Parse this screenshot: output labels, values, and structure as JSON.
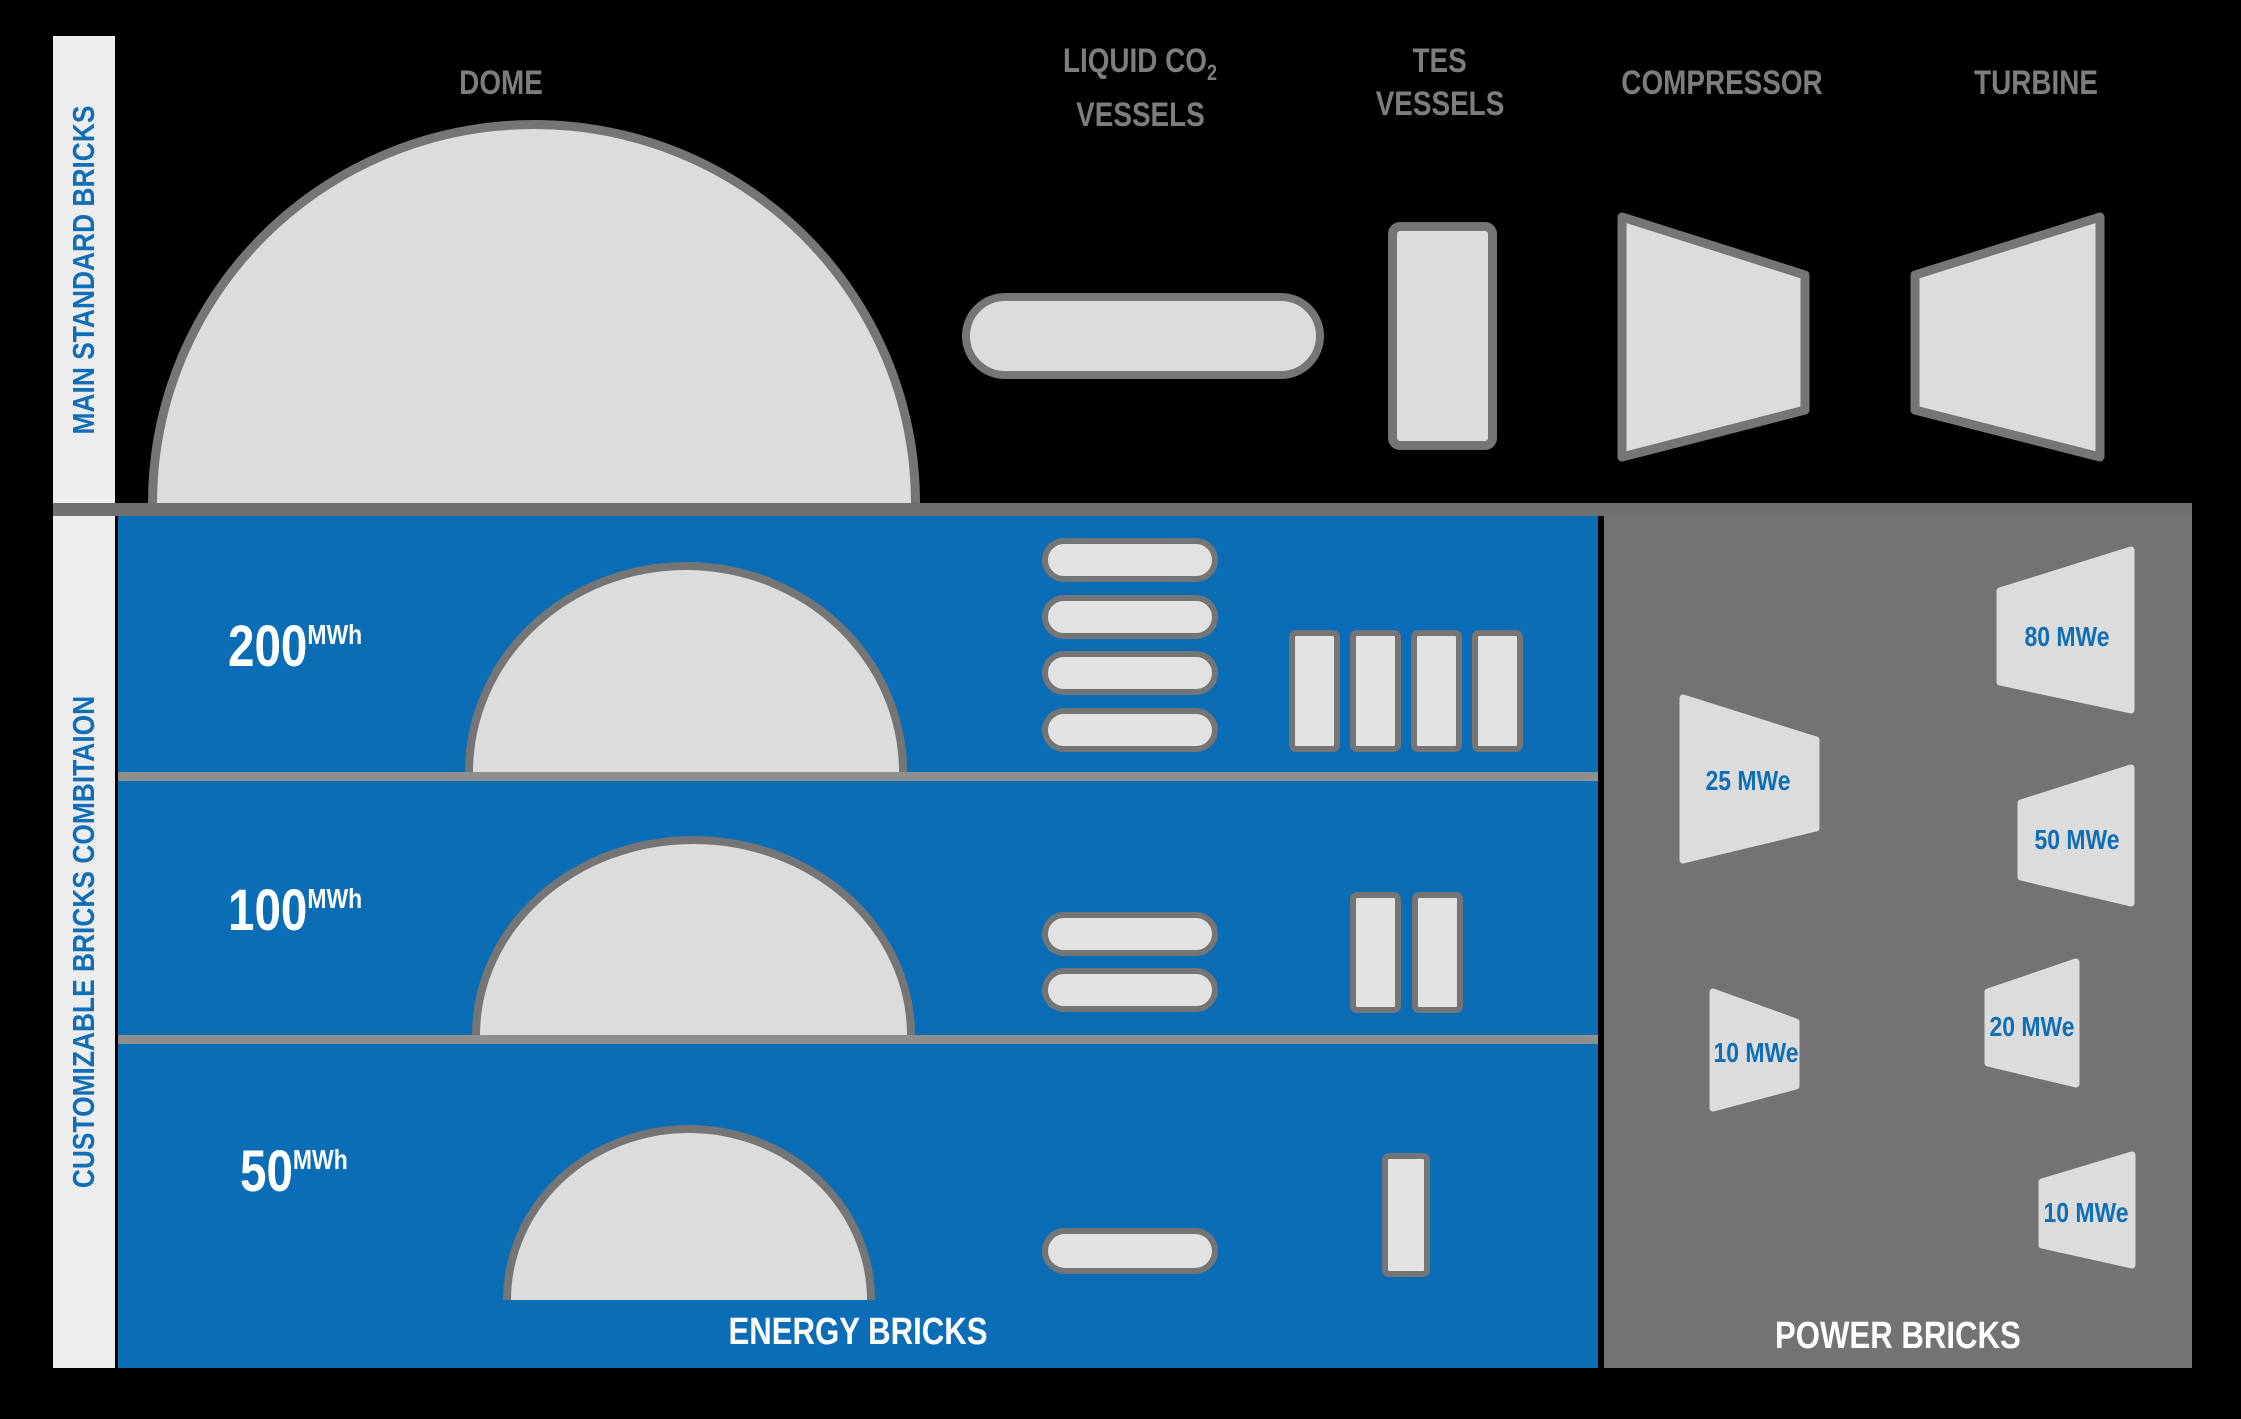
{
  "colors": {
    "background": "#000000",
    "accent_blue": "#0b6db5",
    "panel_grey": "#747274",
    "shape_fill": "#dcdcdc",
    "shape_outline": "#757575",
    "header_text_grey": "#7d7d7d",
    "sidebar_bg": "#ededed"
  },
  "sidebars": {
    "top_label": "MAIN STANDARD BRICKS",
    "bottom_label": "CUSTOMIZABLE BRICKS COMBITAION"
  },
  "headers": {
    "dome": "DOME",
    "liquid_co2": {
      "line1_prefix": "LIQUID CO",
      "subscript": "2",
      "line2": "VESSELS"
    },
    "tes": {
      "line1": "TES",
      "line2": "VESSELS"
    },
    "compressor": "COMPRESSOR",
    "turbine": "TURBINE"
  },
  "energy_rows": [
    {
      "value": "200",
      "unit": "MWh",
      "liquid_co2_vessels": 4,
      "tes_vessels": 4
    },
    {
      "value": "100",
      "unit": "MWh",
      "liquid_co2_vessels": 2,
      "tes_vessels": 2
    },
    {
      "value": "50",
      "unit": "MWh",
      "liquid_co2_vessels": 1,
      "tes_vessels": 1
    }
  ],
  "power_bricks": {
    "compressors": [
      {
        "label": "25 MWe"
      },
      {
        "label": "10 MWe"
      }
    ],
    "turbines": [
      {
        "label": "80 MWe"
      },
      {
        "label": "50 MWe"
      },
      {
        "label": "20 MWe"
      },
      {
        "label": "10 MWe"
      }
    ]
  },
  "footers": {
    "energy": "ENERGY BRICKS",
    "power": "POWER BRICKS"
  }
}
